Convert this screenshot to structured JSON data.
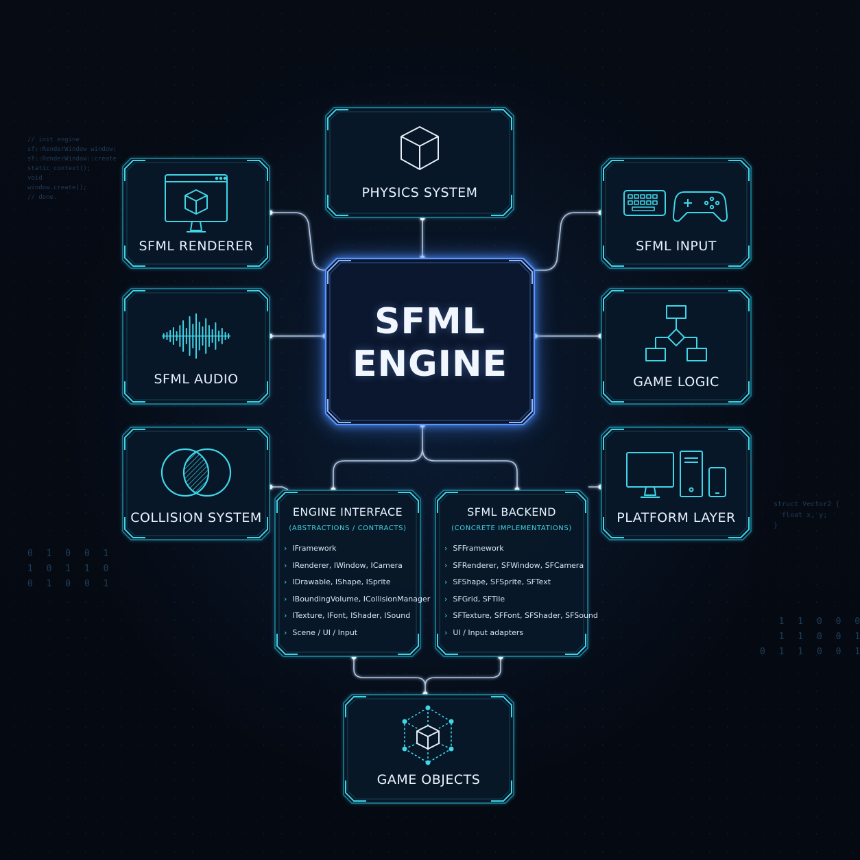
{
  "center": {
    "line1": "SFML",
    "line2": "ENGINE"
  },
  "modules": {
    "physics": {
      "label": "PHYSICS SYSTEM",
      "icon": "cube-icon"
    },
    "renderer": {
      "label": "SFML RENDERER",
      "icon": "monitor-cube-icon"
    },
    "input": {
      "label": "SFML INPUT",
      "icon": "keyboard-gamepad-icon"
    },
    "audio": {
      "label": "SFML AUDIO",
      "icon": "waveform-icon"
    },
    "logic": {
      "label": "GAME LOGIC",
      "icon": "flowchart-icon"
    },
    "collision": {
      "label": "COLLISION SYSTEM",
      "icon": "overlapping-circles-icon"
    },
    "platform": {
      "label": "PLATFORM LAYER",
      "icon": "devices-icon"
    },
    "objects": {
      "label": "GAME OBJECTS",
      "icon": "cube-network-icon"
    }
  },
  "interface_panel": {
    "title": "ENGINE INTERFACE",
    "subtitle": "(ABSTRACTIONS / CONTRACTS)",
    "items": [
      "IFramework",
      "IRenderer, IWindow, ICamera",
      "IDrawable, IShape, ISprite",
      "IBoundingVolume, ICollisionManager",
      "ITexture, IFont, IShader, ISound",
      "Scene / UI / Input"
    ]
  },
  "backend_panel": {
    "title": "SFML BACKEND",
    "subtitle": "(CONCRETE IMPLEMENTATIONS)",
    "items": [
      "SFFramework",
      "SFRenderer, SFWindow, SFCamera",
      "SFShape, SFSprite, SFText",
      "SFGrid, SFTile",
      "SFTexture, SFFont, SFShader, SFSound",
      "UI / Input adapters"
    ]
  },
  "decor": {
    "code_left": "// init engine\nsf::RenderWindow window;\nsf::RenderWindow::create\nstatic_context();\nvoid\nwindow.create();\n// done.",
    "code_right": "struct Vector2 {\n  float x, y;\n}",
    "binary_left": "0 1 0 0 1\n1 0 1 1 0\n0 1 0 0 1",
    "binary_right": "1 1 0 0 0\n1 1 0 0 1\n0 1 1 0 0 1"
  },
  "colors": {
    "accent": "#3fd6e8",
    "glow": "#4a8dff",
    "frame": "#1f8fa8",
    "text": "#e8f2ff",
    "background": "#060b14"
  }
}
